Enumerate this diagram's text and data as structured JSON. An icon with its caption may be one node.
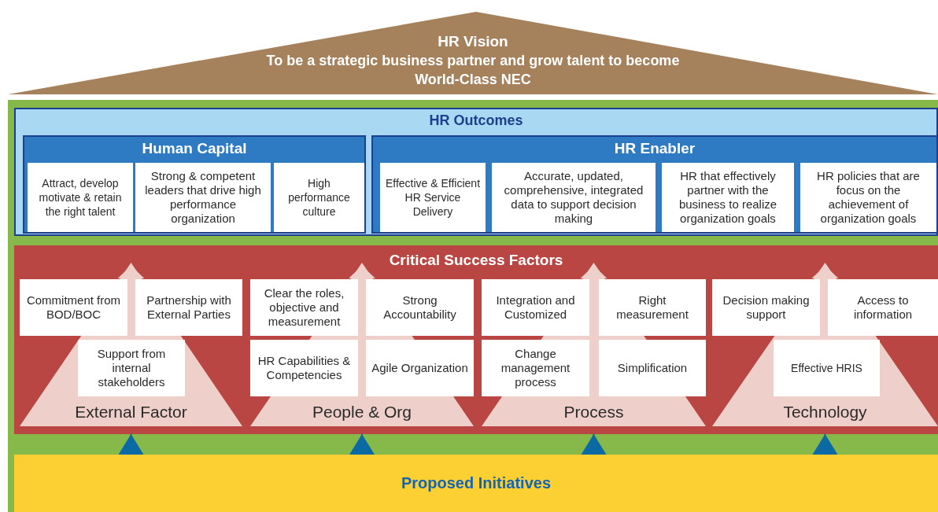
{
  "diagram": {
    "nodes": [
      {
        "text": [
          "HR Vision",
          "To be a strategic business partner and grow talent to become World-Class NEC"
        ]
      },
      {
        "text": [
          "HR Outcomes"
        ]
      },
      {
        "text": [
          "Human Capital"
        ],
        "in": 1
      },
      {
        "text": [
          "Attract, develop motivate & retain the right talent"
        ],
        "in": 2
      },
      {
        "text": [
          "Strong & competent leaders that drive high performance organization"
        ],
        "in": 2
      },
      {
        "text": [
          "High performance culture"
        ],
        "in": 2
      },
      {
        "text": [
          "HR Enabler"
        ],
        "in": 1
      },
      {
        "text": [
          "Effective & Efficient HR Service Delivery"
        ],
        "in": 6
      },
      {
        "text": [
          "Accurate, updated, comprehensive, integrated data to support decision making"
        ],
        "in": 6
      },
      {
        "text": [
          "HR that effectively partner with the business to realize organization goals"
        ],
        "in": 6
      },
      {
        "text": [
          "HR policies that are focus on the achievement of organization goals"
        ],
        "in": 6
      },
      {
        "text": [
          "Critical Success Factors"
        ]
      },
      {
        "text": [
          "External Factor"
        ],
        "in": 11
      },
      {
        "text": [
          "Commitment from BOD/BOC"
        ],
        "in": 12
      },
      {
        "text": [
          "Partnership with External Parties"
        ],
        "in": 12
      },
      {
        "text": [
          "Support from internal stakeholders"
        ],
        "in": 12
      },
      {
        "text": [
          "People & Org"
        ],
        "in": 11
      },
      {
        "text": [
          "Clear the roles, objective and measurement"
        ],
        "in": 16
      },
      {
        "text": [
          "Strong Accountability"
        ],
        "in": 16
      },
      {
        "text": [
          "HR Capabilities & Competencies"
        ],
        "in": 16
      },
      {
        "text": [
          "Agile Organization"
        ],
        "in": 16
      },
      {
        "text": [
          "Process"
        ],
        "in": 11
      },
      {
        "text": [
          "Integration and Customized"
        ],
        "in": 21
      },
      {
        "text": [
          "Right measurement"
        ],
        "in": 21
      },
      {
        "text": [
          "Change management process"
        ],
        "in": 21
      },
      {
        "text": [
          "Simplification"
        ],
        "in": 21
      },
      {
        "text": [
          "Technology"
        ],
        "in": 11
      },
      {
        "text": [
          "Decision making support"
        ],
        "in": 26
      },
      {
        "text": [
          "Access to information"
        ],
        "in": 26
      },
      {
        "text": [
          "Effective HRIS"
        ],
        "in": 26
      },
      {
        "text": [
          "Proposed Initiatives"
        ]
      }
    ],
    "edges": [
      {
        "from": 30,
        "to": 12,
        "arrow": "to"
      },
      {
        "from": 30,
        "to": 16,
        "arrow": "to"
      },
      {
        "from": 30,
        "to": 21,
        "arrow": "to"
      },
      {
        "from": 30,
        "to": 26,
        "arrow": "to"
      }
    ]
  }
}
